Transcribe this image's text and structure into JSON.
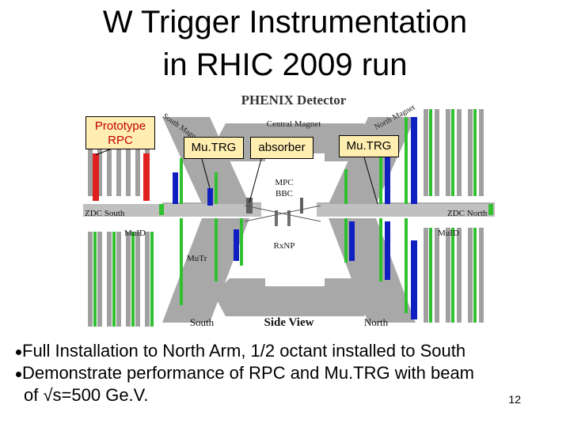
{
  "slide": {
    "title_line1": "W Trigger Instrumentation",
    "title_line2": "in RHIC 2009 run",
    "page_number": "12"
  },
  "diagram": {
    "heading": "PHENIX Detector",
    "labels": {
      "central_magnet": "Central Magnet",
      "south_magnet": "South Magnet",
      "north_magnet": "North Magnet",
      "zdc_south": "ZDC South",
      "zdc_north": "ZDC North",
      "muid_left": "MuID",
      "muid_right": "MuID",
      "mutr": "MuTr",
      "mpc": "MPC",
      "bbc": "BBC",
      "rxnp": "RxNP",
      "south": "South",
      "side_view": "Side View",
      "north": "North"
    },
    "colors": {
      "rpc": "#e02020",
      "mutrg": "#1020c0",
      "green": "#30c030",
      "gray": "#a8a8a8"
    }
  },
  "callouts": {
    "rpc": "Prototype RPC",
    "mutrg_left": "Mu.TRG",
    "absorber": "absorber",
    "mutrg_right": "Mu.TRG"
  },
  "bullets": [
    "Full Installation to North Arm, 1/2 octant installed to South",
    "Demonstrate performance of RPC and Mu.TRG with beam",
    "of √s=500 Ge.V."
  ]
}
